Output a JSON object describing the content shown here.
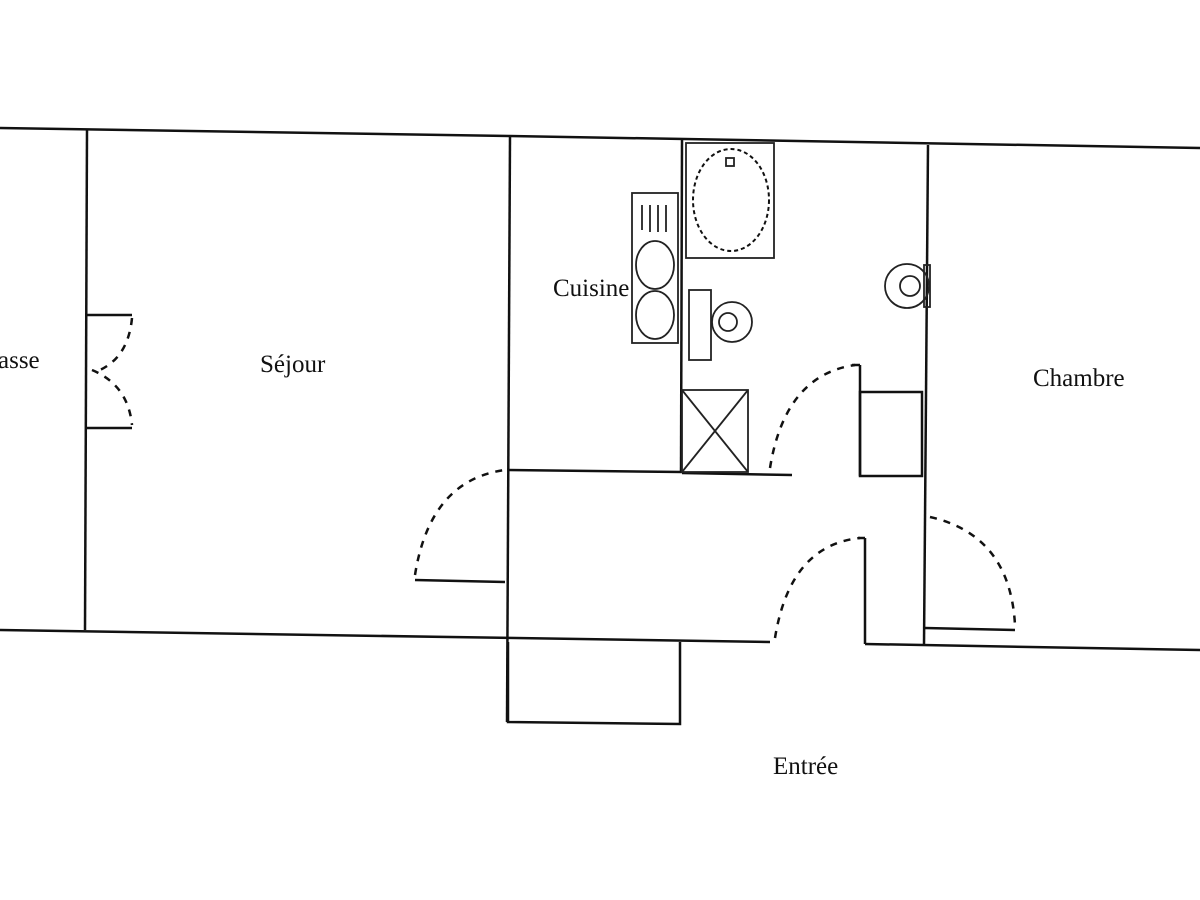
{
  "rooms": {
    "terrasse": "asse",
    "sejour": "Séjour",
    "cuisine": "Cuisine",
    "chambre": "Chambre",
    "entree": "Entrée"
  },
  "colors": {
    "line": "#111111",
    "background": "#ffffff"
  }
}
